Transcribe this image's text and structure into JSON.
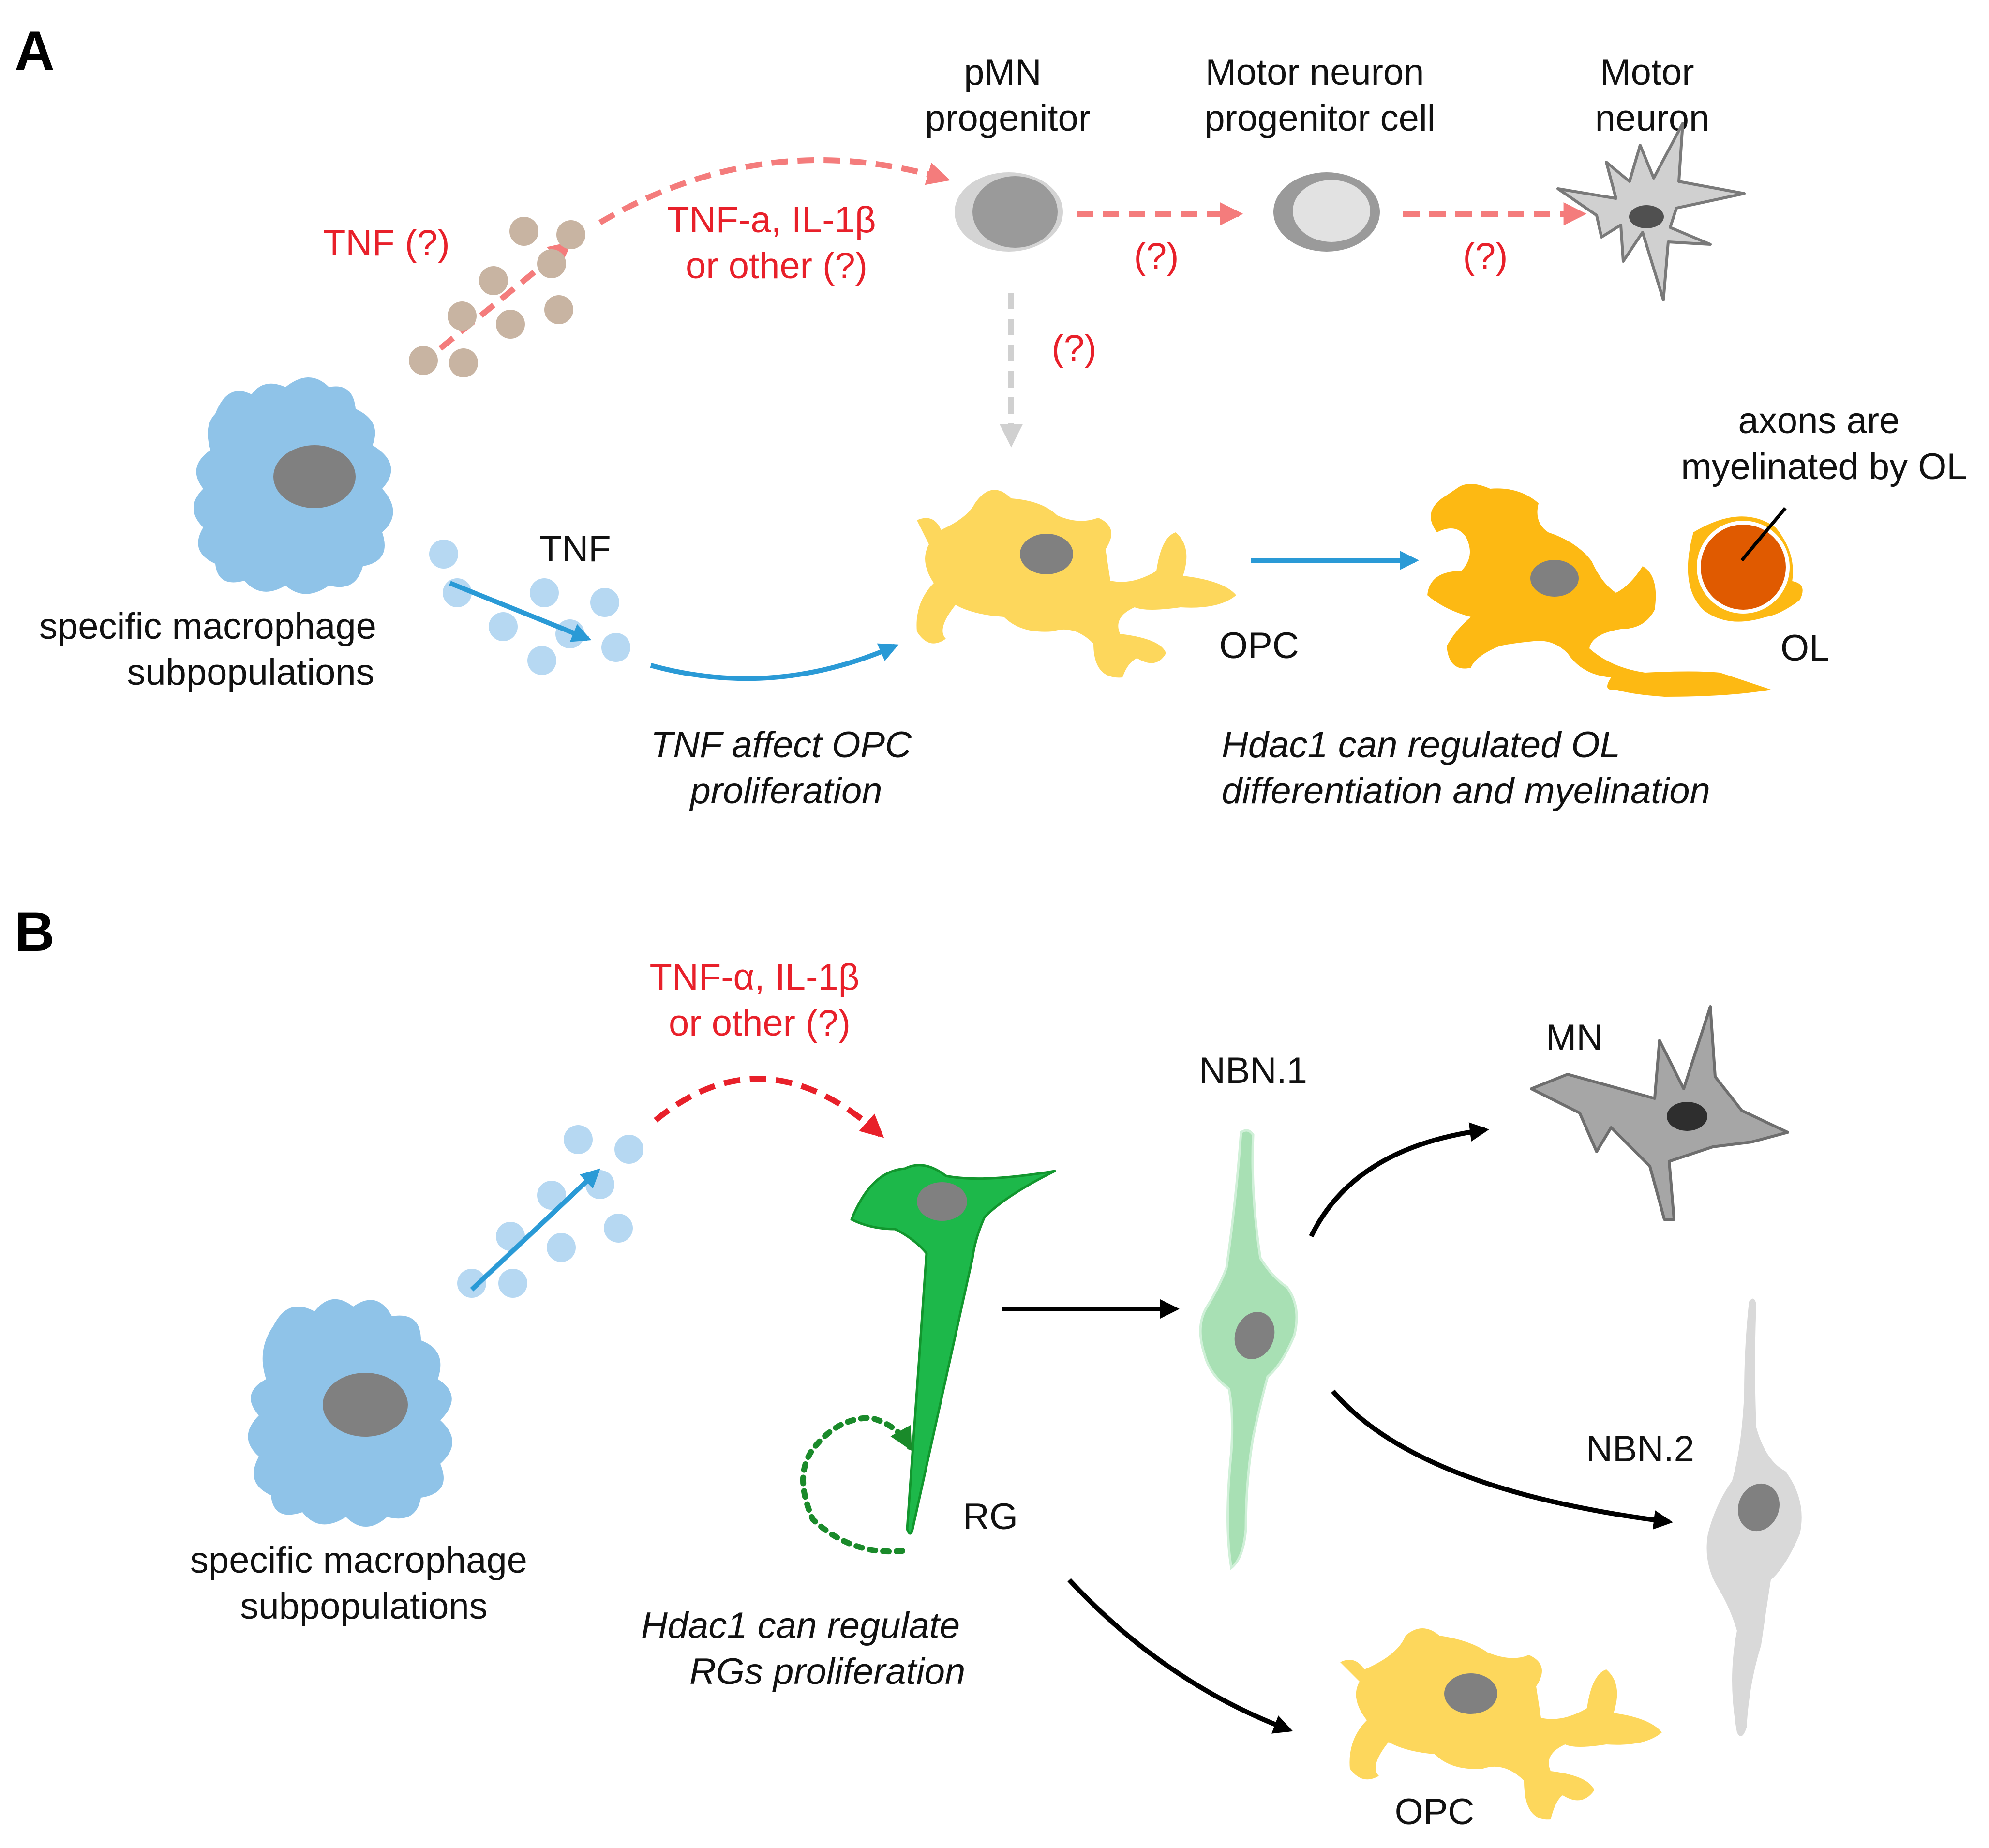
{
  "panel_a": {
    "label": "A",
    "cells": {
      "pmn": [
        "pMN",
        "progenitor"
      ],
      "mnpc": [
        "Motor neuron",
        "progenitor cell"
      ],
      "mn": [
        "Motor",
        "neuron"
      ]
    },
    "red_labels": {
      "tnf_q": "TNF (?)",
      "cytokines": [
        "TNF-a, IL-1β",
        "or other (?)"
      ],
      "q1": "(?)",
      "q2": "(?)",
      "q3": "(?)"
    },
    "tnf": "TNF",
    "macrophage": [
      "specific macrophage",
      "subpopulations"
    ],
    "opc": "OPC",
    "ol": "OL",
    "axons": [
      "axons are",
      "myelinated by OL"
    ],
    "tnf_effect": [
      "TNF affect OPC",
      "proliferation"
    ],
    "hdac1_ol": [
      "Hdac1 can regulated OL",
      "differentiation and myelination"
    ]
  },
  "panel_b": {
    "label": "B",
    "cytokines": [
      "TNF-α, IL-1β",
      "or other (?)"
    ],
    "macrophage": [
      "specific macrophage",
      "subpopulations"
    ],
    "rg": "RG",
    "hdac1_rg": [
      "Hdac1 can regulate",
      "RGs proliferation"
    ],
    "nbn1": "NBN.1",
    "nbn2": "NBN.2",
    "mn": "MN",
    "opc": "OPC"
  },
  "colors": {
    "macrophage": "#8fc3e8",
    "nucleus": "#808080",
    "opc": "#fdd75c",
    "ol": "#fdb913",
    "axon": "#e05a00",
    "rg": "#1db84a",
    "nbn1": "#a8e0b4",
    "nbn2": "#d9d9d9",
    "neuron": "#a6a6a6",
    "red_text": "#e8202a",
    "pink_arrow": "#f47c7c",
    "blue_arrow": "#2a9ad6"
  }
}
